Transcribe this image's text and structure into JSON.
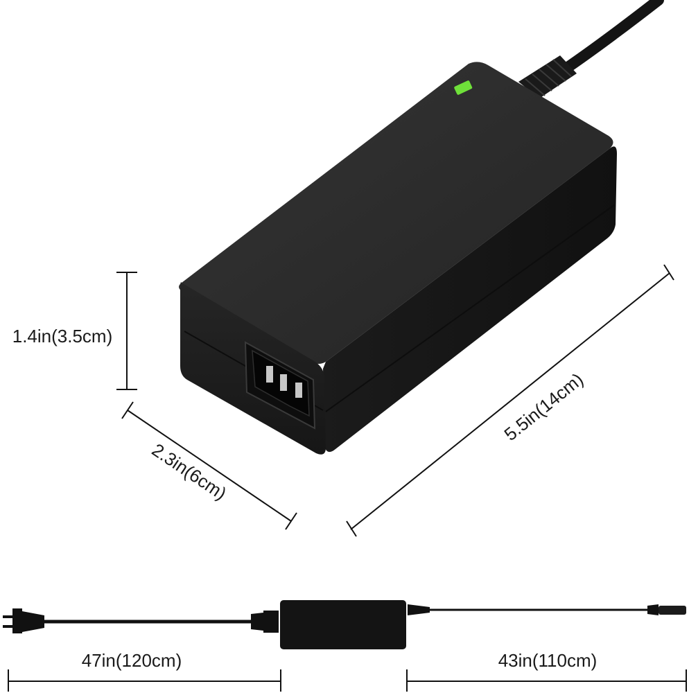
{
  "colors": {
    "background": "#ffffff",
    "adapter_top": "#2b2b2b",
    "adapter_front": "#1f1f1f",
    "adapter_side": "#161616",
    "led": "#6fe03a",
    "cable": "#111111",
    "dimension_line": "#111111"
  },
  "dimensions": {
    "height": "1.4in(3.5cm)",
    "width": "2.3in(6cm)",
    "length": "5.5in(14cm)",
    "ac_cable": "47in(120cm)",
    "dc_cable": "43in(110cm)"
  },
  "icons": [
    "led-indicator-icon",
    "ac-plug-icon",
    "iec-c14-inlet-icon",
    "dc-barrel-connector-icon"
  ]
}
